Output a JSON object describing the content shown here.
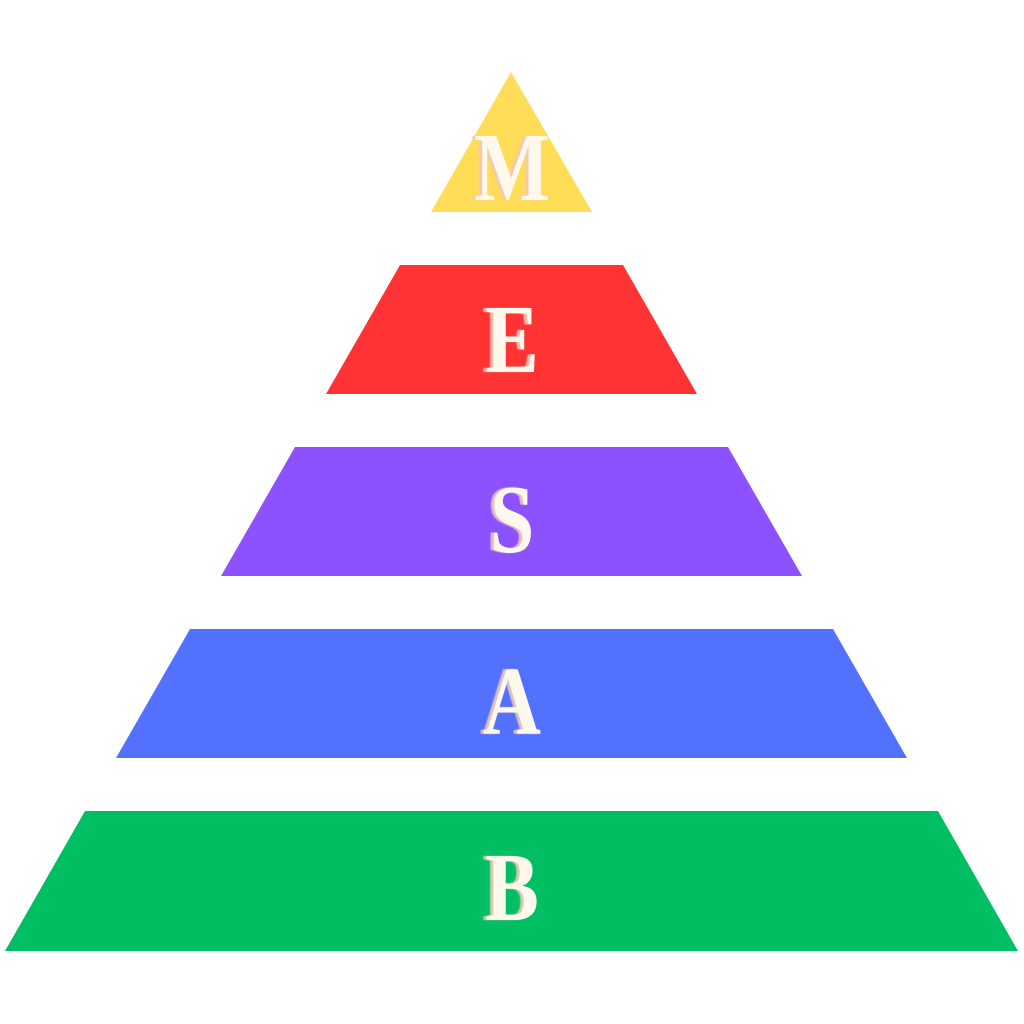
{
  "diagram": {
    "type": "pyramid",
    "letter_color": "#FFF8EC",
    "tiers": [
      {
        "label": "M",
        "color": "#FFDD57"
      },
      {
        "label": "E",
        "color": "#FF3333"
      },
      {
        "label": "S",
        "color": "#8C52FF"
      },
      {
        "label": "A",
        "color": "#5271FF"
      },
      {
        "label": "B",
        "color": "#00BF63"
      }
    ]
  }
}
